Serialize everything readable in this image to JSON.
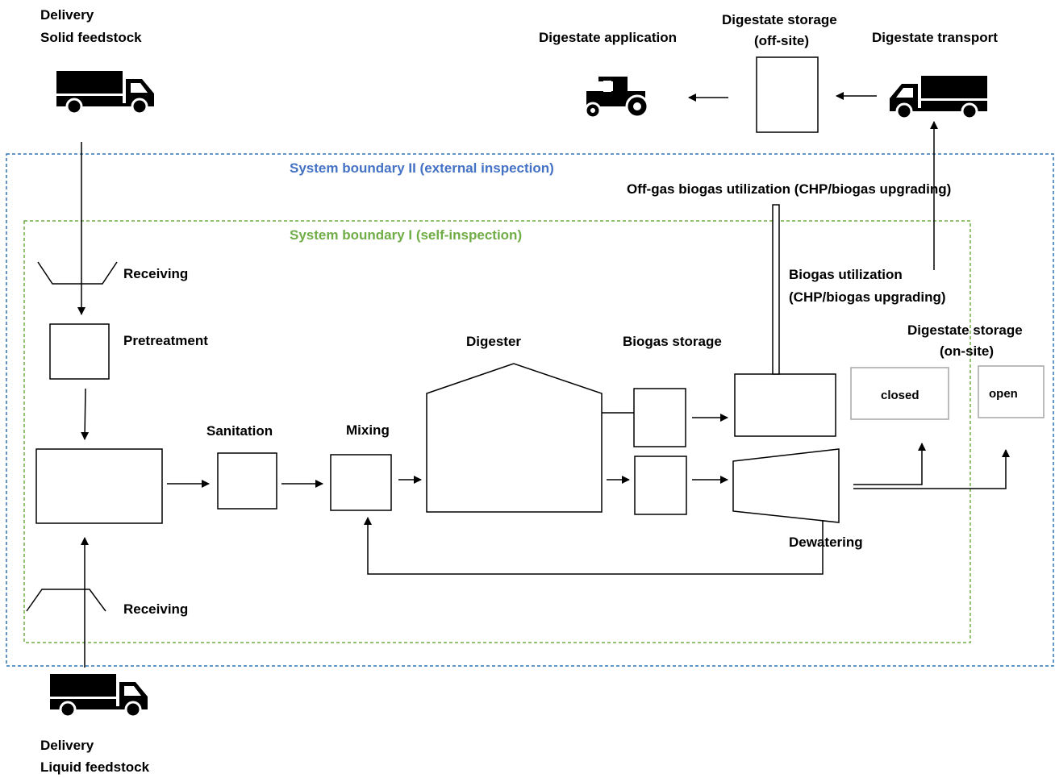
{
  "colors": {
    "boundary_outer": "#2e75b6",
    "boundary_inner": "#70ad47",
    "line": "#000000",
    "storage_box_border": "#a6a6a6"
  },
  "icons": [
    "truck-icon",
    "tractor-icon"
  ],
  "boundaries": {
    "outer": "System boundary II (external inspection)",
    "inner": "System boundary I (self-inspection)"
  },
  "top": {
    "delivery_solid": [
      "Delivery",
      "Solid feedstock"
    ],
    "digestate_application": "Digestate application",
    "digestate_storage_offsite": [
      "Digestate storage",
      "(off-site)"
    ],
    "digestate_transport": "Digestate transport",
    "offgas": "Off-gas biogas utilization (CHP/biogas upgrading)"
  },
  "process": {
    "receiving_top": "Receiving",
    "pretreatment": "Pretreatment",
    "sanitation": "Sanitation",
    "mixing": "Mixing",
    "digester": "Digester",
    "biogas_storage": "Biogas storage",
    "biogas_utilization": [
      "Biogas utilization",
      "(CHP/biogas upgrading)"
    ],
    "digestate_storage_onsite": [
      "Digestate storage",
      "(on-site)"
    ],
    "storage_closed": "closed",
    "storage_open": "open",
    "dewatering": "Dewatering",
    "receiving_bottom": "Receiving"
  },
  "bottom": {
    "delivery_liquid": [
      "Delivery",
      "Liquid feedstock"
    ]
  }
}
